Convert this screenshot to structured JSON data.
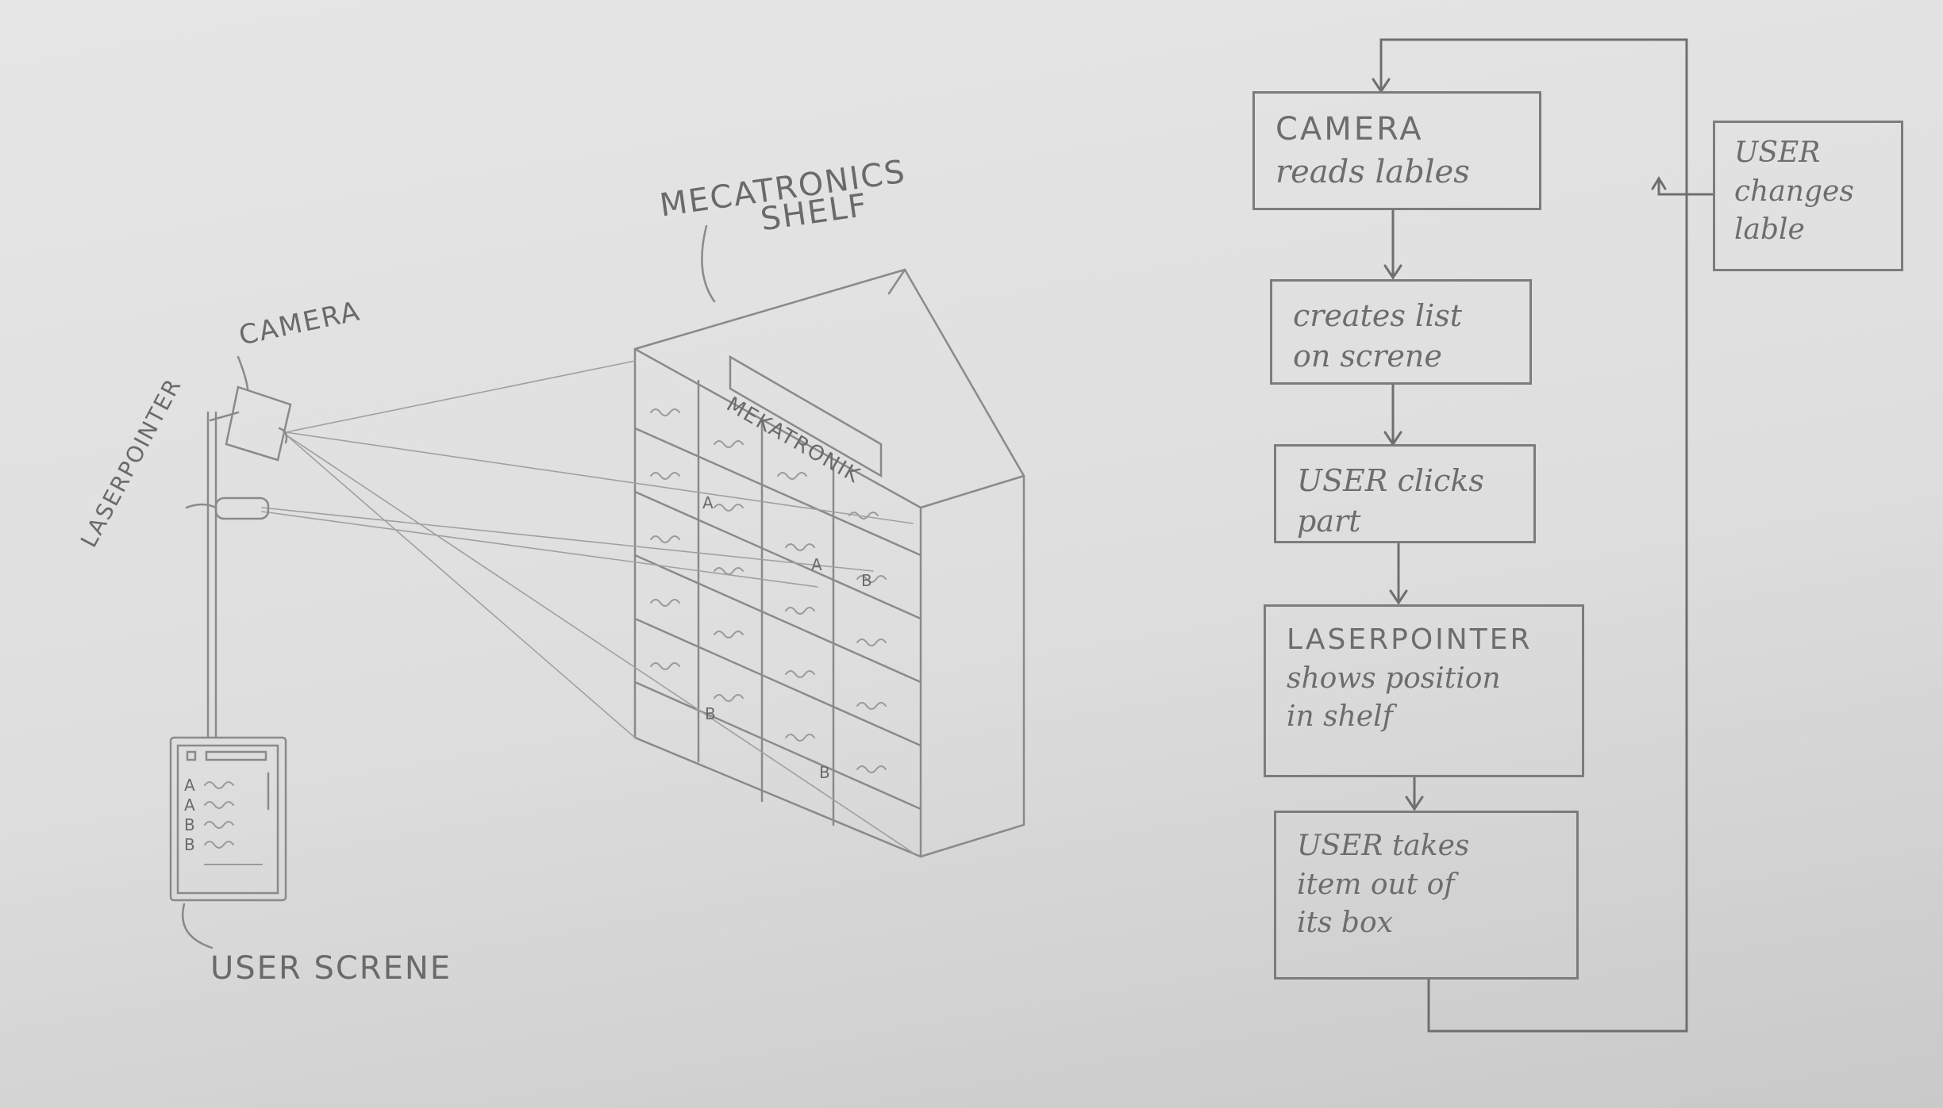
{
  "left_sketch": {
    "shelf_label": [
      "MECATRONICS",
      "SHELF"
    ],
    "shelf_sign": "MEKATRONIK",
    "camera_label": "CAMERA",
    "laserpointer_label": "LASERPOINTER",
    "screen_label": "USER SCRENE",
    "screen_rows": [
      "A",
      "A",
      "B",
      "B"
    ],
    "shelf_marks": [
      "A",
      "A",
      "B",
      "B",
      "B"
    ]
  },
  "flowchart": {
    "steps": [
      {
        "lines": [
          "CAMERA",
          "reads lables"
        ]
      },
      {
        "lines": [
          "creates list",
          "on screne"
        ]
      },
      {
        "lines": [
          "USER clicks",
          "part"
        ]
      },
      {
        "lines": [
          "LASERPOINTER",
          "shows position",
          "in shelf"
        ]
      },
      {
        "lines": [
          "USER takes",
          "item out of",
          "its box"
        ]
      }
    ],
    "side_step": {
      "lines": [
        "USER",
        "changes",
        "lable"
      ]
    }
  },
  "colors": {
    "pencil": "#7a7a7a",
    "paper": "#e3e3e3"
  }
}
